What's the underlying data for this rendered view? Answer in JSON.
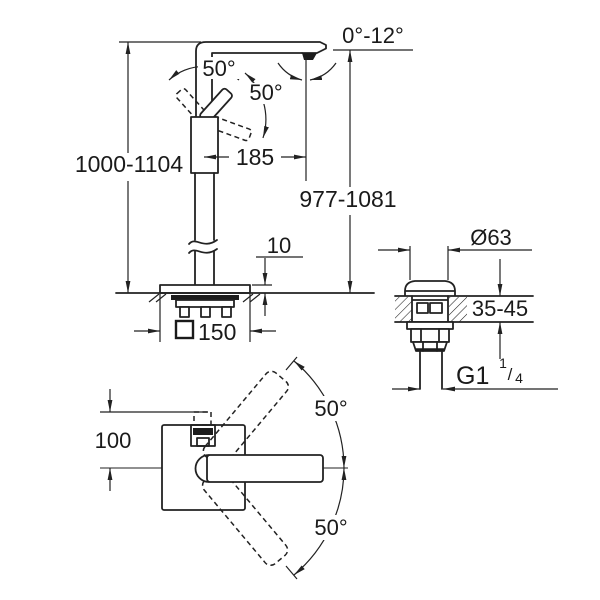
{
  "drawing": {
    "front_view": {
      "total_height": "1000-1104",
      "spout_height": "977-1081",
      "spout_reach": "185",
      "spout_tilt_range": "0°-12°",
      "lever_angle_left": "50°",
      "lever_angle_right": "50°",
      "base_plate_height": "10",
      "base_plate_width": "150"
    },
    "waste_valve_view": {
      "cap_diameter": "Ø63",
      "deck_thickness_range": "35-45",
      "thread_prefix": "G1",
      "thread_numerator": "1",
      "thread_slash": "/",
      "thread_denominator": "4"
    },
    "plan_view": {
      "body_depth": "100",
      "lever_swing_upper": "50°",
      "lever_swing_lower": "50°"
    }
  },
  "colors": {
    "line": "#222222",
    "text": "#1a1a1a",
    "background": "#ffffff"
  }
}
